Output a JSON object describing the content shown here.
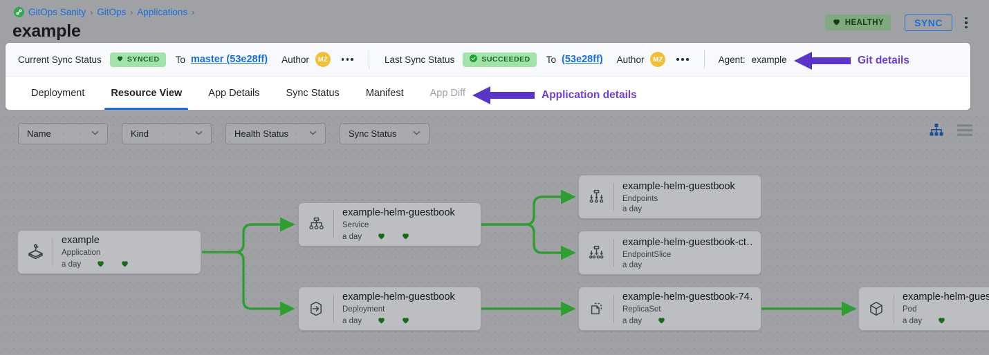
{
  "breadcrumb": {
    "logo_icon": "gitops-logo-icon",
    "items": [
      "GitOps Sanity",
      "GitOps",
      "Applications"
    ],
    "separator": "›"
  },
  "header": {
    "title": "example",
    "health_badge": {
      "label": "HEALTHY",
      "icon": "heart-icon",
      "color": "#7fa97f"
    },
    "sync_button": "SYNC",
    "kebab_icon": "more-vertical-icon"
  },
  "status_bar": {
    "current": {
      "label": "Current Sync Status",
      "pill": "SYNCED",
      "pill_icon": "heart-icon",
      "to_word": "To",
      "revision": "master (53e28ff)",
      "author_label": "Author",
      "avatar_initials": "MZ",
      "menu_icon": "more-horizontal-icon"
    },
    "last": {
      "label": "Last Sync Status",
      "pill": "SUCCEEDED",
      "pill_icon": "check-circle-icon",
      "to_word": "To",
      "revision": "(53e28ff)",
      "author_label": "Author",
      "avatar_initials": "MZ",
      "menu_icon": "more-horizontal-icon"
    },
    "agent": {
      "label": "Agent:",
      "value": "example"
    }
  },
  "tabs": [
    {
      "label": "Deployment",
      "active": false,
      "disabled": false
    },
    {
      "label": "Resource View",
      "active": true,
      "disabled": false
    },
    {
      "label": "App Details",
      "active": false,
      "disabled": false
    },
    {
      "label": "Sync Status",
      "active": false,
      "disabled": false
    },
    {
      "label": "Manifest",
      "active": false,
      "disabled": false
    },
    {
      "label": "App Diff",
      "active": false,
      "disabled": true
    }
  ],
  "annotations": [
    {
      "text": "Git details",
      "arrow": "arrow-left-icon",
      "color": "#5b35c9"
    },
    {
      "text": "Application details",
      "arrow": "arrow-left-icon",
      "color": "#5b35c9"
    }
  ],
  "filters": [
    {
      "label": "Name",
      "chevron": "chevron-down-icon"
    },
    {
      "label": "Kind",
      "chevron": "chevron-down-icon"
    },
    {
      "label": "Health Status",
      "chevron": "chevron-down-icon"
    },
    {
      "label": "Sync Status",
      "chevron": "chevron-down-icon"
    }
  ],
  "view_toggles": [
    {
      "name": "tree-view-icon",
      "active": true,
      "color": "#1c4f92"
    },
    {
      "name": "list-view-icon",
      "active": false,
      "color": "#808289"
    }
  ],
  "graph": {
    "edge_color": "#2e9e31",
    "nodes": [
      {
        "id": "app",
        "title": "example",
        "kind": "Application",
        "age": "a day",
        "hearts": 2,
        "icon": "application-icon"
      },
      {
        "id": "svc",
        "title": "example-helm-guestbook",
        "kind": "Service",
        "age": "a day",
        "hearts": 2,
        "icon": "service-icon"
      },
      {
        "id": "ep",
        "title": "example-helm-guestbook",
        "kind": "Endpoints",
        "age": "a day",
        "hearts": 0,
        "icon": "endpoints-icon"
      },
      {
        "id": "eps",
        "title": "example-helm-guestbook-ct…",
        "kind": "EndpointSlice",
        "age": "a day",
        "hearts": 0,
        "icon": "endpointslice-icon"
      },
      {
        "id": "deploy",
        "title": "example-helm-guestbook",
        "kind": "Deployment",
        "age": "a day",
        "hearts": 2,
        "icon": "deployment-icon"
      },
      {
        "id": "rs",
        "title": "example-helm-guestbook-74…",
        "kind": "ReplicaSet",
        "age": "a day",
        "hearts": 1,
        "icon": "replicaset-icon"
      },
      {
        "id": "pod",
        "title": "example-helm-guest",
        "kind": "Pod",
        "age": "a day",
        "hearts": 1,
        "icon": "pod-icon"
      }
    ]
  }
}
